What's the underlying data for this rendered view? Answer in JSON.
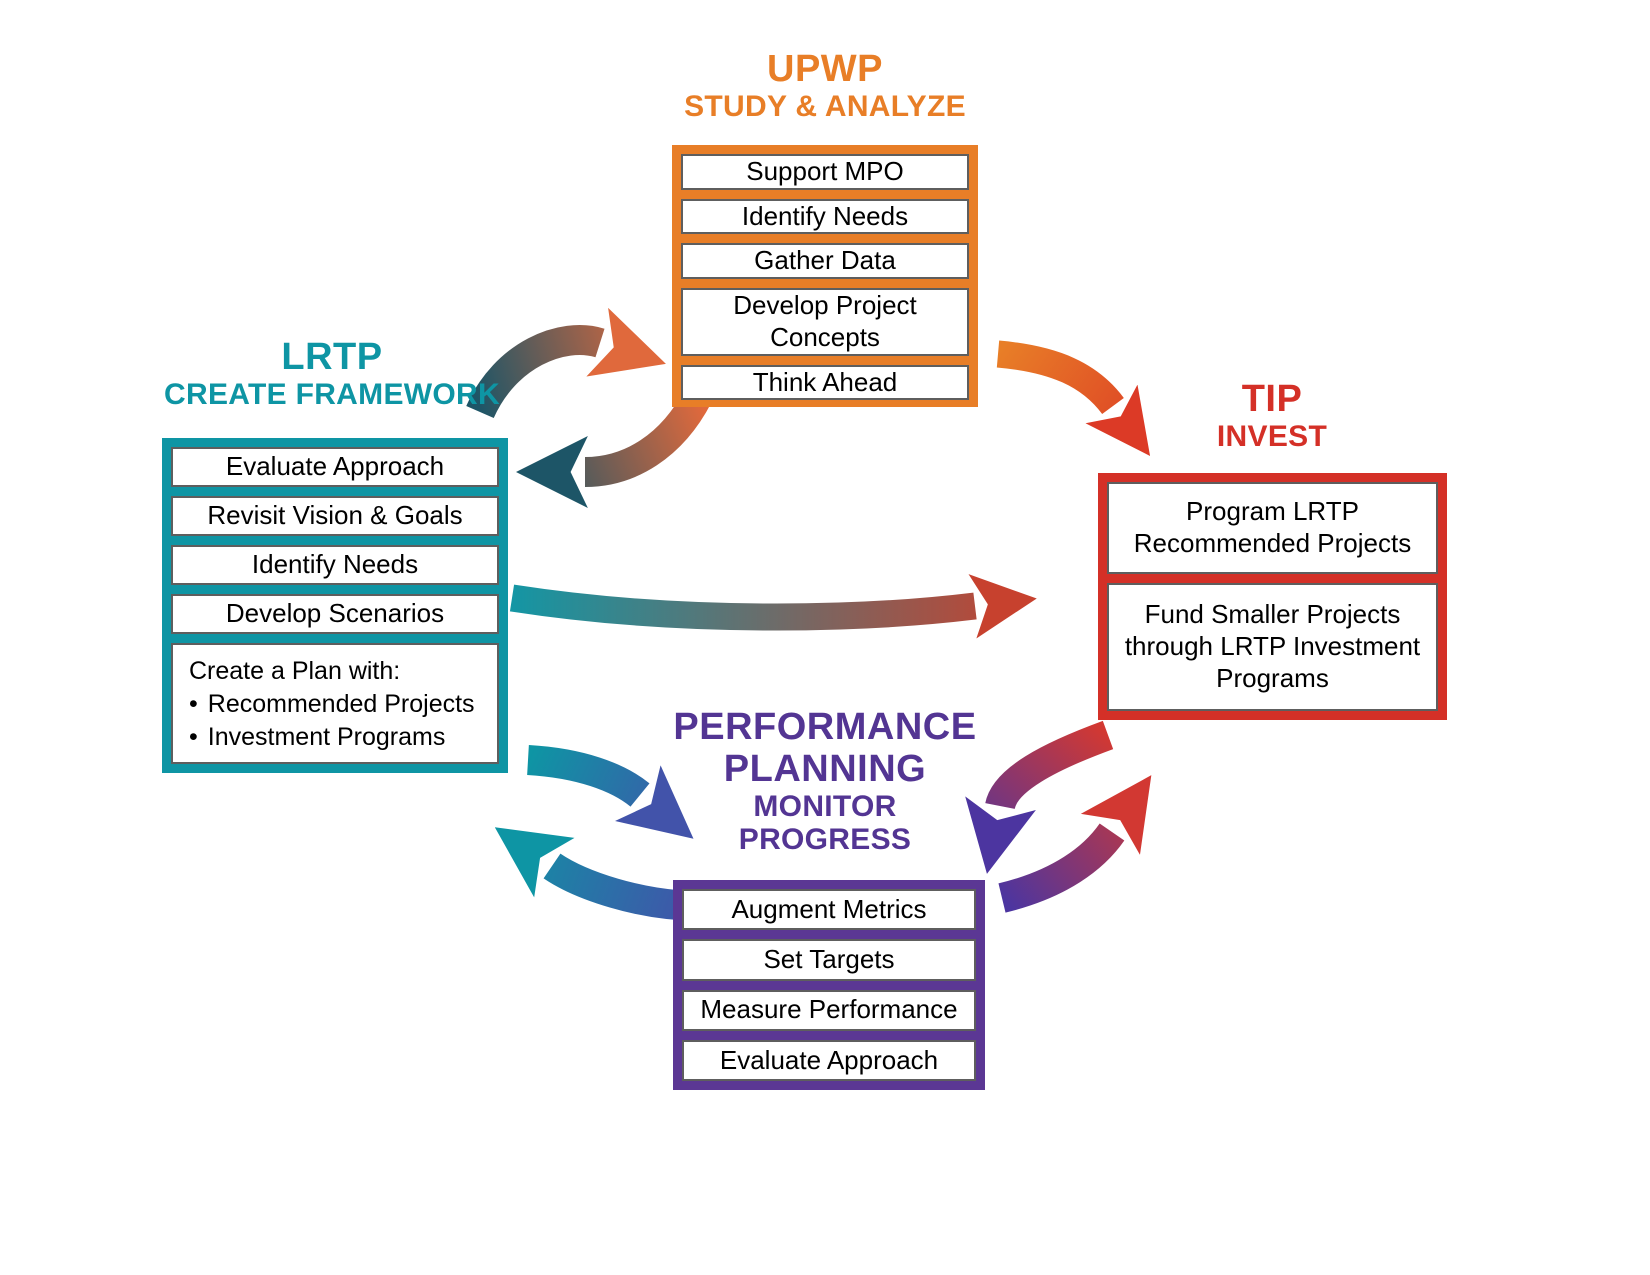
{
  "sections": {
    "upwp": {
      "title": "UPWP",
      "subtitle": "STUDY & ANALYZE",
      "color": "#E87E27",
      "items": [
        "Support MPO",
        "Identify Needs",
        "Gather Data",
        "Develop Project Concepts",
        "Think Ahead"
      ]
    },
    "lrtp": {
      "title": "LRTP",
      "subtitle": "CREATE FRAMEWORK",
      "color": "#0E95A4",
      "items": [
        "Evaluate Approach",
        "Revisit Vision & Goals",
        "Identify Needs",
        "Develop Scenarios"
      ],
      "plan": {
        "intro": "Create a Plan with:",
        "bullet": "•",
        "bullets": [
          "Recommended Projects",
          "Investment Programs"
        ]
      }
    },
    "tip": {
      "title": "TIP",
      "subtitle": "INVEST",
      "color": "#D43027",
      "items": [
        "Program LRTP Recommended Projects",
        "Fund Smaller Projects through LRTP Investment Programs"
      ]
    },
    "performance": {
      "title_line1": "PERFORMANCE",
      "title_line2": "PLANNING",
      "subtitle_line1": "MONITOR",
      "subtitle_line2": "PROGRESS",
      "box_color": "#5B3794",
      "title_color": "#533593",
      "items": [
        "Augment Metrics",
        "Set Targets",
        "Measure Performance",
        "Evaluate Approach"
      ]
    }
  },
  "arrows": [
    {
      "name": "lrtp-to-upwp",
      "from": "LRTP",
      "to": "UPWP",
      "colors": [
        "#1D5567",
        "#E0693C"
      ]
    },
    {
      "name": "upwp-to-lrtp",
      "from": "UPWP",
      "to": "LRTP",
      "colors": [
        "#E0693C",
        "#1D5567"
      ]
    },
    {
      "name": "upwp-to-tip",
      "from": "UPWP",
      "to": "TIP",
      "colors": [
        "#E87E27",
        "#DC3A26"
      ]
    },
    {
      "name": "lrtp-to-tip",
      "from": "LRTP",
      "to": "TIP",
      "colors": [
        "#1496A4",
        "#C7412E"
      ]
    },
    {
      "name": "tip-to-performance",
      "from": "TIP",
      "to": "PERFORMANCE PLANNING",
      "colors": [
        "#D23832",
        "#4C35A0"
      ]
    },
    {
      "name": "performance-to-tip",
      "from": "PERFORMANCE PLANNING",
      "to": "TIP",
      "colors": [
        "#4C35A0",
        "#D23832"
      ]
    },
    {
      "name": "lrtp-to-performance",
      "from": "LRTP",
      "to": "PERFORMANCE PLANNING",
      "colors": [
        "#0E95A4",
        "#4253AA"
      ]
    },
    {
      "name": "performance-to-lrtp",
      "from": "PERFORMANCE PLANNING",
      "to": "LRTP",
      "colors": [
        "#4253AA",
        "#0E95A4"
      ]
    }
  ],
  "row_border_color": "#5E5E5E"
}
